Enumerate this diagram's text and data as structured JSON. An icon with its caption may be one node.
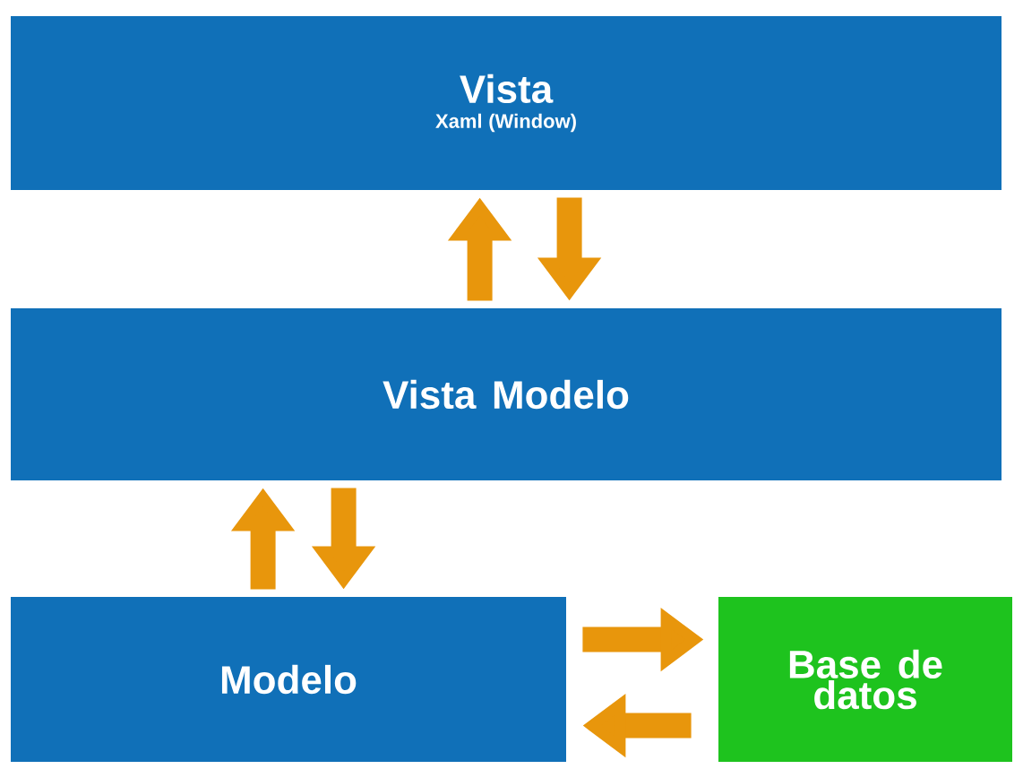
{
  "diagram": {
    "nodes": [
      {
        "text": [
          "Vista",
          "Xaml (Window)"
        ]
      },
      {
        "text": [
          "Vista Modelo"
        ]
      },
      {
        "text": [
          "Modelo"
        ]
      },
      {
        "text": [
          "Base de datos"
        ]
      }
    ],
    "edges": [
      {
        "from": 1,
        "to": 0,
        "arrow": "to"
      },
      {
        "from": 0,
        "to": 1,
        "arrow": "to"
      },
      {
        "from": 2,
        "to": 1,
        "arrow": "to"
      },
      {
        "from": 1,
        "to": 2,
        "arrow": "to"
      },
      {
        "from": 2,
        "to": 3,
        "arrow": "to"
      },
      {
        "from": 3,
        "to": 2,
        "arrow": "to"
      }
    ]
  }
}
